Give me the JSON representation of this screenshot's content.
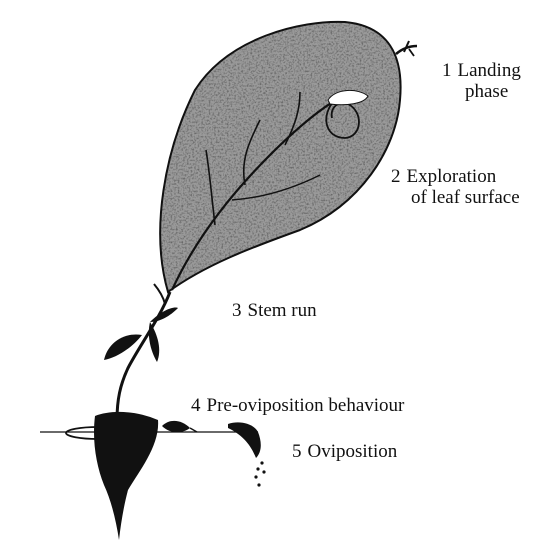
{
  "colors": {
    "ink": "#111111",
    "stipple": "#3a3a3a",
    "background": "#ffffff"
  },
  "stages": [
    {
      "number": "1",
      "lines": [
        "Landing",
        "phase"
      ]
    },
    {
      "number": "2",
      "lines": [
        "Exploration",
        "of leaf surface"
      ]
    },
    {
      "number": "3",
      "lines": [
        "Stem run"
      ]
    },
    {
      "number": "4",
      "lines": [
        "Pre-oviposition behaviour"
      ]
    },
    {
      "number": "5",
      "lines": [
        "Oviposition"
      ]
    }
  ]
}
